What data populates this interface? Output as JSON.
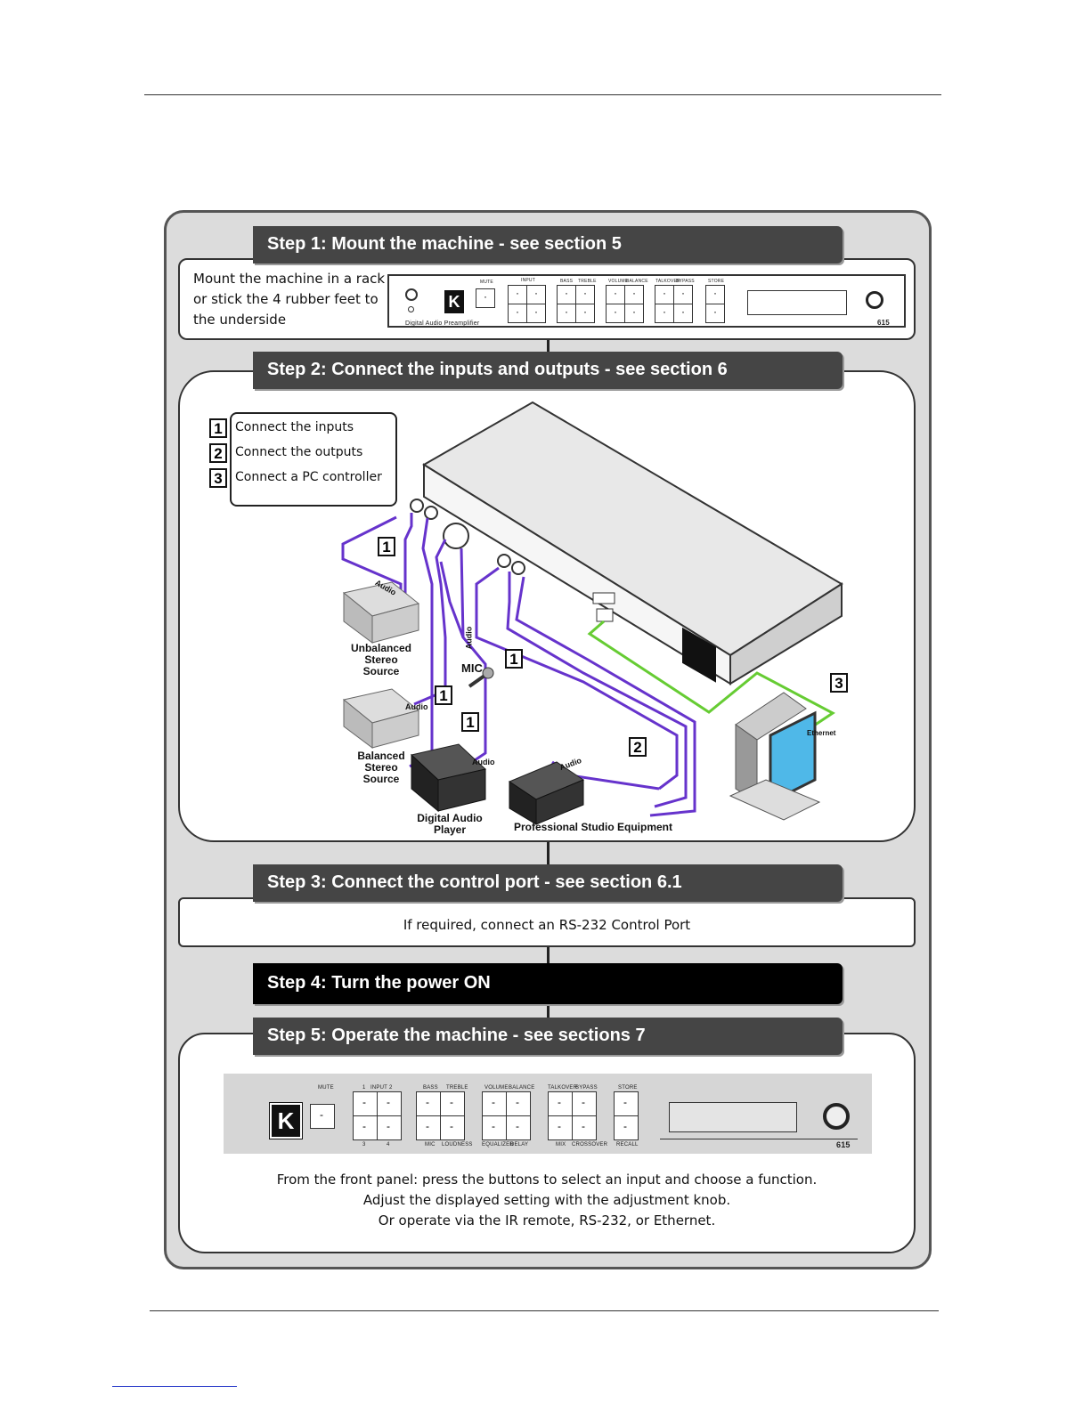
{
  "steps": {
    "step1": {
      "title": "Step 1: Mount the machine - see section 5",
      "text_line1": "Mount the machine in a rack",
      "text_line2": "or stick the 4 rubber feet to",
      "text_line3": "the underside"
    },
    "step2": {
      "title": "Step 2: Connect the inputs and outputs - see section 6",
      "legend": [
        {
          "num": "1",
          "label": "Connect the inputs"
        },
        {
          "num": "2",
          "label": "Connect the outputs"
        },
        {
          "num": "3",
          "label": "Connect a PC controller"
        }
      ]
    },
    "step3": {
      "title": "Step 3: Connect the control port - see section 6.1",
      "text": "If required, connect an RS-232 Control Port"
    },
    "step4": {
      "title": "Step 4: Turn the power ON"
    },
    "step5": {
      "title": "Step 5: Operate the machine - see sections 7",
      "text_line1": "From the front panel: press the buttons to select an input and choose a function.",
      "text_line2": "Adjust the displayed setting with the adjustment knob.",
      "text_line3": "Or operate via the IR remote, RS-232, or Ethernet."
    }
  },
  "device": {
    "model": "615",
    "name": "Digital Audio Preamplifier",
    "logo": "K",
    "labels": {
      "mute": "MUTE",
      "input": "INPUT",
      "bass": "BASS",
      "treble": "TREBLE",
      "volume": "VOLUME",
      "balance": "BALANCE",
      "talkover": "TALKOVER",
      "bypass": "BYPASS",
      "store": "STORE",
      "mic": "MIC",
      "loudness": "LOUDNESS",
      "equalizer": "EQUALIZER",
      "delay": "DELAY",
      "mix": "MIX",
      "crossover": "CROSSOVER",
      "recall": "RECALL",
      "in1": "1",
      "in2": "2",
      "in3": "3",
      "in4": "4"
    }
  },
  "diagram": {
    "num1": "1",
    "num2": "2",
    "num3": "3",
    "audio": "Audio",
    "mic": "MIC",
    "unbalanced": [
      "Unbalanced",
      "Stereo",
      "Source"
    ],
    "balanced": [
      "Balanced",
      "Stereo",
      "Source"
    ],
    "player": [
      "Digital Audio",
      "Player"
    ],
    "studio": "Professional Studio Equipment",
    "ethernet": "Ethernet"
  },
  "colors": {
    "audio_cable": "#6633cc",
    "ethernet_cable": "#66cc33",
    "banner": "#454545"
  }
}
